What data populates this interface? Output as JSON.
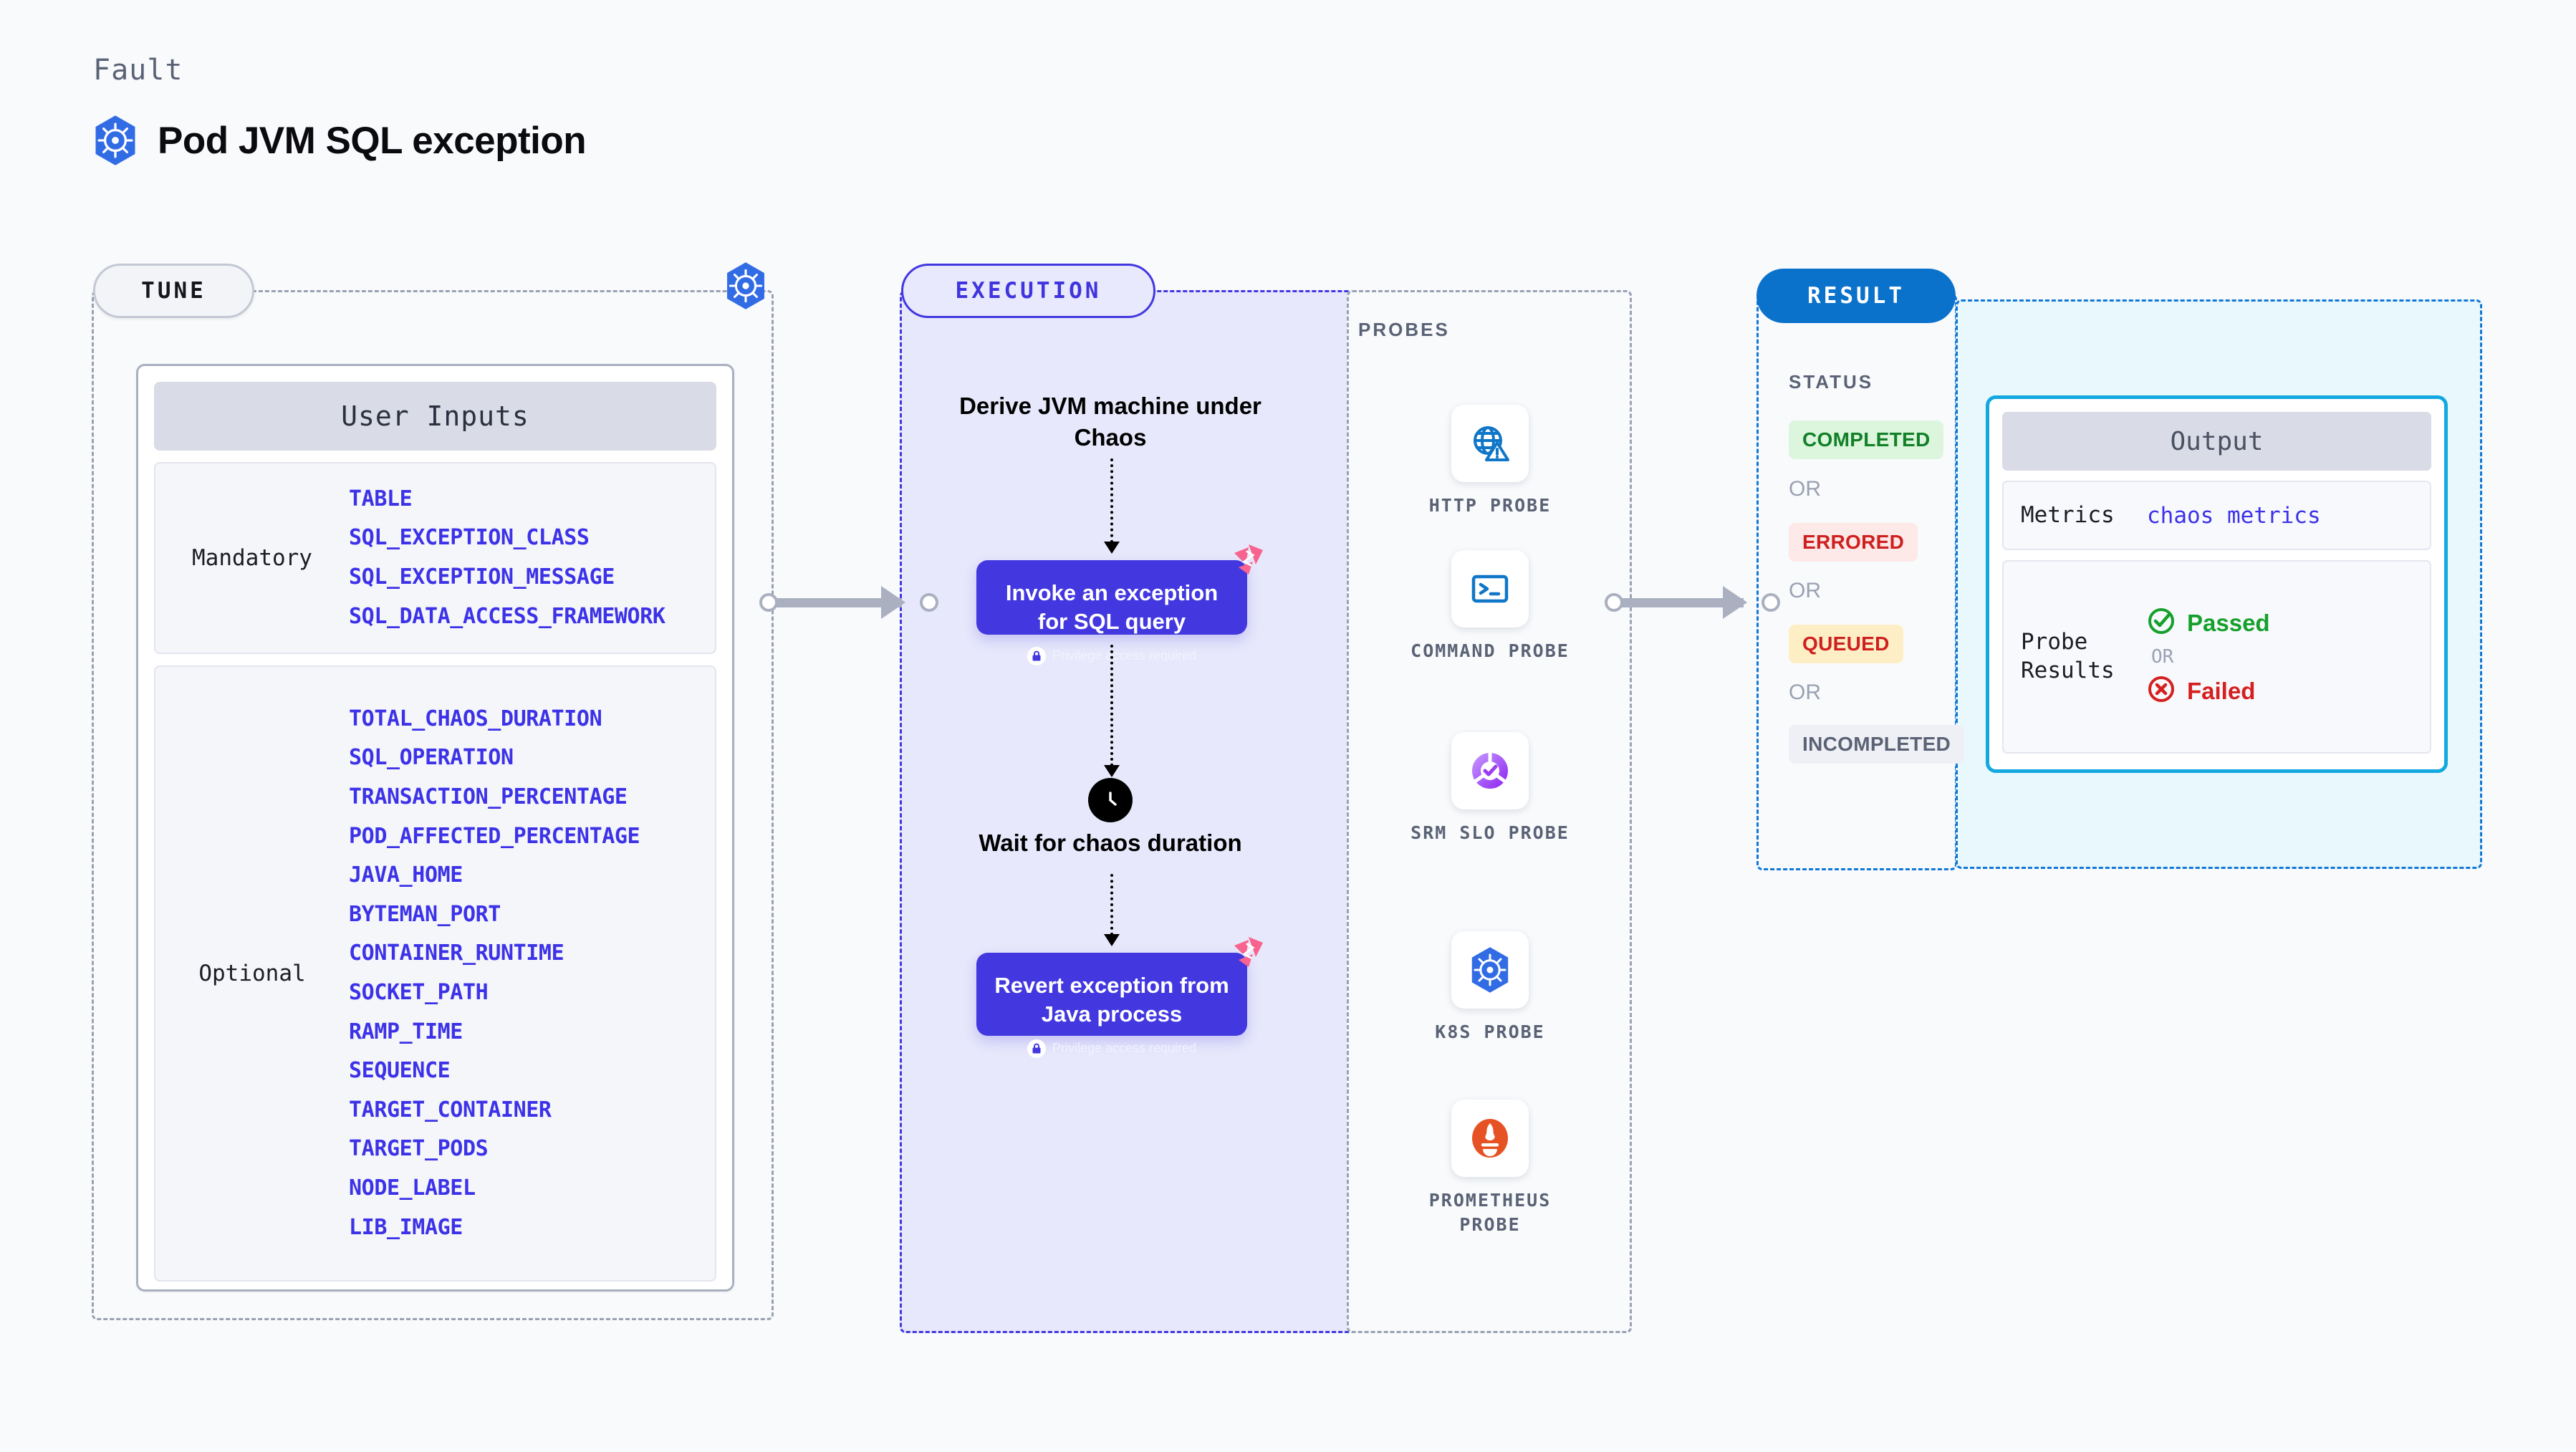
{
  "header": {
    "kicker": "Fault",
    "title": "Pod JVM SQL exception",
    "icon": "kubernetes-icon"
  },
  "sections": {
    "tune": {
      "label": "TUNE"
    },
    "execution": {
      "label": "EXECUTION"
    },
    "result": {
      "label": "RESULT"
    },
    "probes": {
      "label": "PROBES"
    }
  },
  "user_inputs": {
    "title": "User Inputs",
    "groups": [
      {
        "label": "Mandatory",
        "items": [
          "TABLE",
          "SQL_EXCEPTION_CLASS",
          "SQL_EXCEPTION_MESSAGE",
          "SQL_DATA_ACCESS_FRAMEWORK"
        ]
      },
      {
        "label": "Optional",
        "items": [
          "TOTAL_CHAOS_DURATION",
          "SQL_OPERATION",
          "TRANSACTION_PERCENTAGE",
          "POD_AFFECTED_PERCENTAGE",
          "JAVA_HOME",
          "BYTEMAN_PORT",
          "CONTAINER_RUNTIME",
          "SOCKET_PATH",
          "RAMP_TIME",
          "SEQUENCE",
          "TARGET_CONTAINER",
          "TARGET_PODS",
          "NODE_LABEL",
          "LIB_IMAGE"
        ]
      }
    ]
  },
  "execution_flow": {
    "step1_text": "Derive JVM machine under Chaos",
    "step2_title": "Invoke an exception for SQL query",
    "step2_note": "Privilege access required",
    "step3_text": "Wait for chaos duration",
    "step4_title": "Revert exception from Java process",
    "step4_note": "Privilege access required"
  },
  "probes": [
    {
      "name": "HTTP PROBE",
      "icon": "globe-warning-icon"
    },
    {
      "name": "COMMAND PROBE",
      "icon": "terminal-icon"
    },
    {
      "name": "SRM SLO PROBE",
      "icon": "slo-check-icon"
    },
    {
      "name": "K8S PROBE",
      "icon": "kubernetes-icon"
    },
    {
      "name": "PROMETHEUS PROBE",
      "icon": "prometheus-icon"
    }
  ],
  "result": {
    "status_label": "STATUS",
    "or_label": "OR",
    "statuses": [
      {
        "label": "COMPLETED",
        "bg": "#dcf5dd",
        "fg": "#118027"
      },
      {
        "label": "ERRORED",
        "bg": "#fce9e8",
        "fg": "#cf2020"
      },
      {
        "label": "QUEUED",
        "bg": "#fdeec5",
        "fg": "#cf2020"
      },
      {
        "label": "INCOMPLETED",
        "bg": "#eff0f5",
        "fg": "#5a6275"
      }
    ]
  },
  "output": {
    "title": "Output",
    "metrics_key": "Metrics",
    "metrics_value": "chaos metrics",
    "probe_key": "Probe Results",
    "passed_label": "Passed",
    "or_label": "OR",
    "failed_label": "Failed"
  },
  "colors": {
    "accent_indigo": "#4338e0",
    "accent_blue": "#0b72cc",
    "cyan": "#13a8e0",
    "k8s_blue": "#326ce5",
    "litmus_pink": "#f8638f",
    "prometheus_orange": "#e75225",
    "mono_value_blue": "#3c32e8"
  }
}
